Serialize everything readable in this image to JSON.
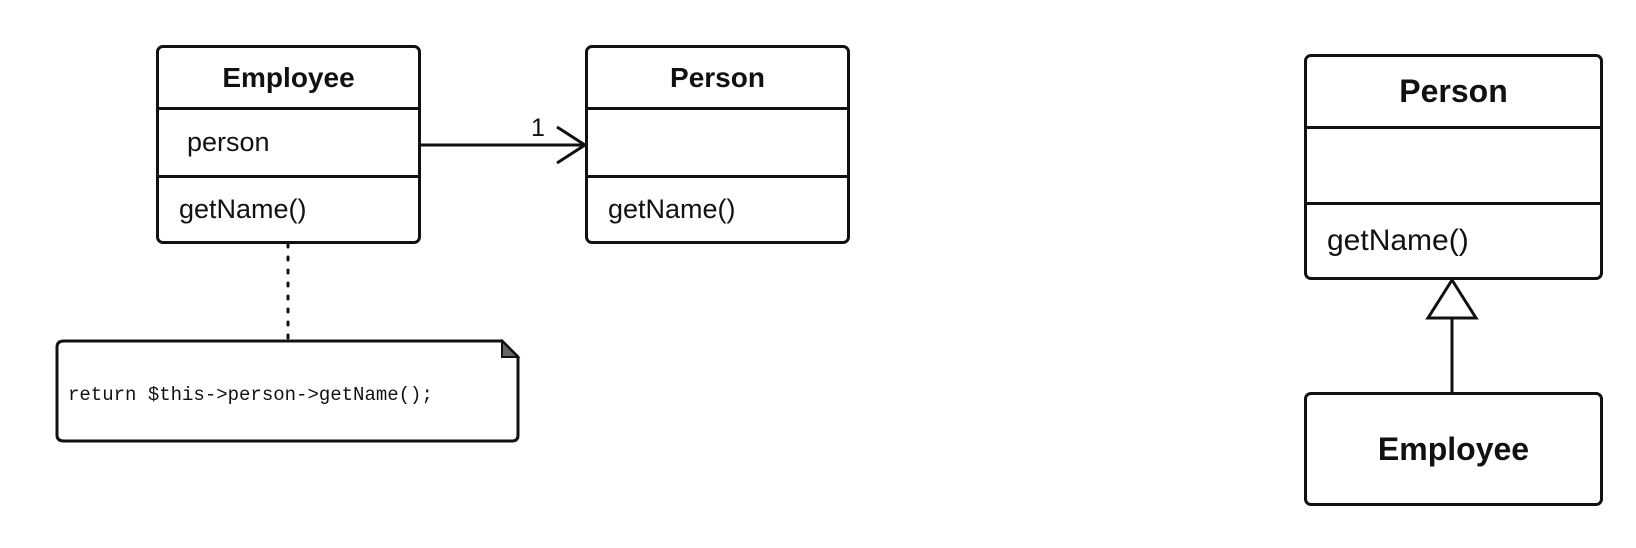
{
  "left_diagram": {
    "employee": {
      "name": "Employee",
      "attribute": "person",
      "operation": "getName()"
    },
    "person": {
      "name": "Person",
      "attribute": "",
      "operation": "getName()"
    },
    "association_multiplicity": "1",
    "note": "return $this->person->getName();"
  },
  "right_diagram": {
    "person": {
      "name": "Person",
      "attribute": "",
      "operation": "getName()"
    },
    "employee": {
      "name": "Employee"
    }
  }
}
